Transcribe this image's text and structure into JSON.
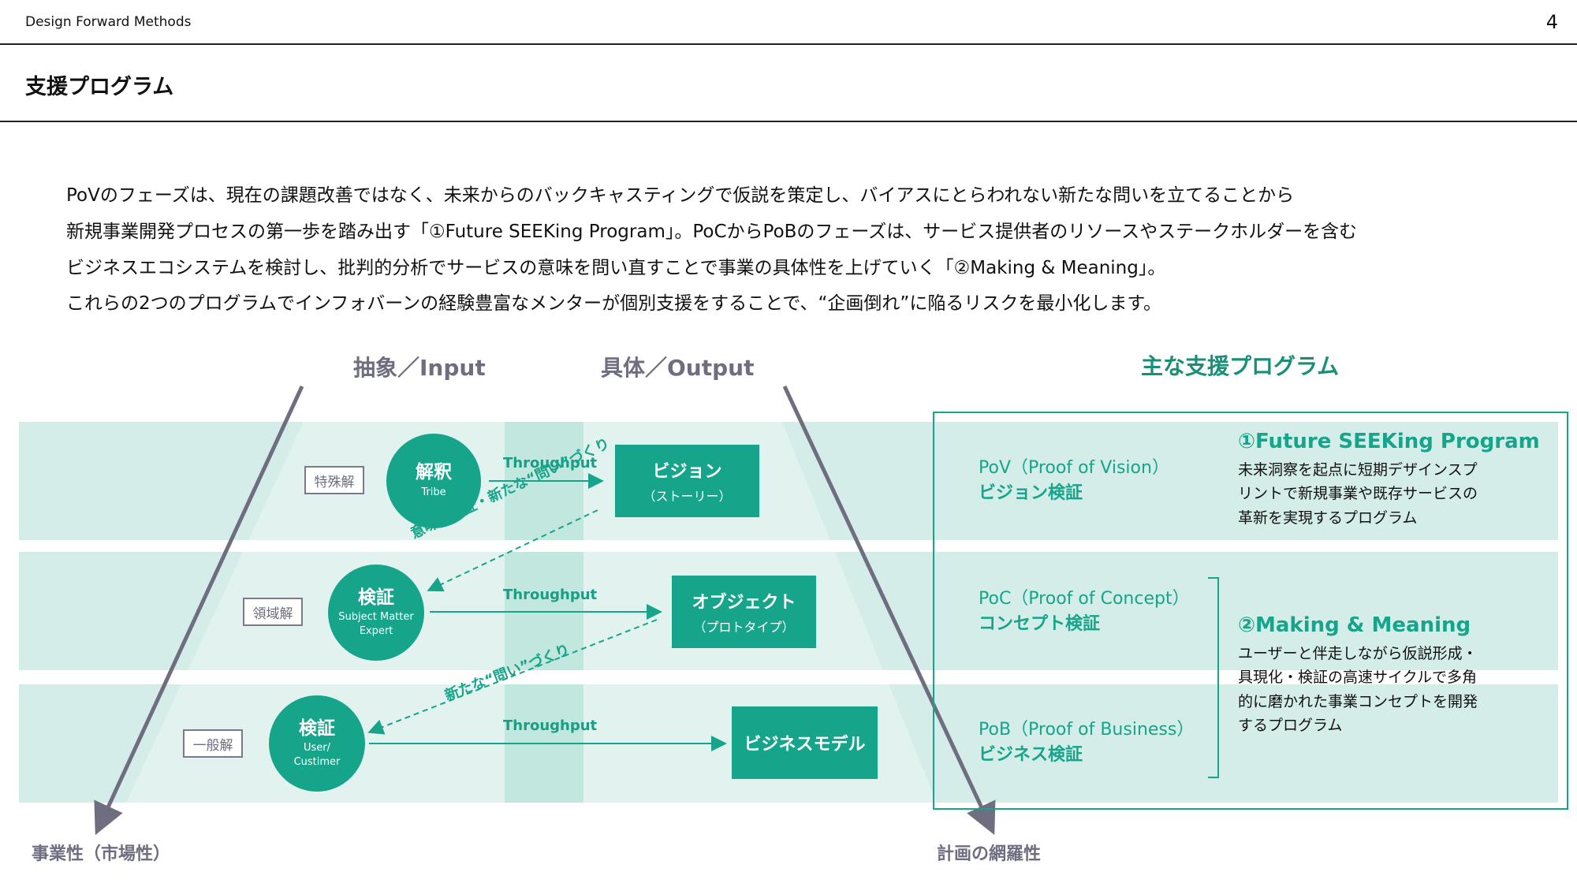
{
  "header": {
    "source": "Design Forward Methods",
    "page_number": "4"
  },
  "page_title": "支援プログラム",
  "intro": {
    "lines": [
      "PoVのフェーズは、現在の課題改善ではなく、未来からのバックキャスティングで仮説を策定し、バイアスにとらわれない新たな問いを立てることから",
      "新規事業開発プロセスの第一歩を踏み出す「①Future SEEKing Program」。PoCからPoBのフェーズは、サービス提供者のリソースやステークホルダーを含む",
      "ビジネスエコシステムを検討し、批判的分析でサービスの意味を問い直すことで事業の具体性を上げていく「②Making & Meaning」。",
      "これらの2つのプログラムでインフォバーンの経験豊富なメンターが個別支援をすることで、“企画倒れ”に陥るリスクを最小化します。"
    ]
  },
  "diagram": {
    "axis_input": "抽象／Input",
    "axis_output": "具体／Output",
    "bottom_left": "事業性（市場性）",
    "bottom_right": "計画の網羅性",
    "throughput_label": "Throughput",
    "rows": [
      {
        "tag": "特殊解",
        "circle_title": "解釈",
        "circle_sub": "Tribe",
        "output_title": "ビジョン",
        "output_sub": "（ストーリー）"
      },
      {
        "tag": "領域解",
        "circle_title": "検証",
        "circle_sub": "Subject Matter\nExpert",
        "output_title": "オブジェクト",
        "output_sub": "（プロトタイプ）"
      },
      {
        "tag": "一般解",
        "circle_title": "検証",
        "circle_sub": "User/\nCustimer",
        "output_title": "ビジネスモデル",
        "output_sub": ""
      }
    ],
    "feedback_1": "意味の検証・新たな“問い”づくり",
    "feedback_2": "新たな“問い”づくり"
  },
  "programs": {
    "title": "主な支援プログラム",
    "phases": [
      {
        "en": "PoV（Proof of Vision）",
        "jp": "ビジョン検証"
      },
      {
        "en": "PoC（Proof of Concept）",
        "jp": "コンセプト検証"
      },
      {
        "en": "PoB（Proof of Business）",
        "jp": "ビジネス検証"
      }
    ],
    "program_1": {
      "title": "①Future SEEKing Program",
      "desc": [
        "未来洞察を起点に短期デザインスプ",
        "リントで新規事業や既存サービスの",
        "革新を実現するプログラム"
      ]
    },
    "program_2": {
      "title": "②Making & Meaning",
      "desc": [
        "ユーザーと伴走しながら仮説形成・",
        "具現化・検証の高速サイクルで多角",
        "的に磨かれた事業コンセプトを開発",
        "するプログラム"
      ]
    }
  },
  "colors": {
    "teal": "#16a48a",
    "band": "#d4ede8",
    "gray": "#6e6e80"
  }
}
